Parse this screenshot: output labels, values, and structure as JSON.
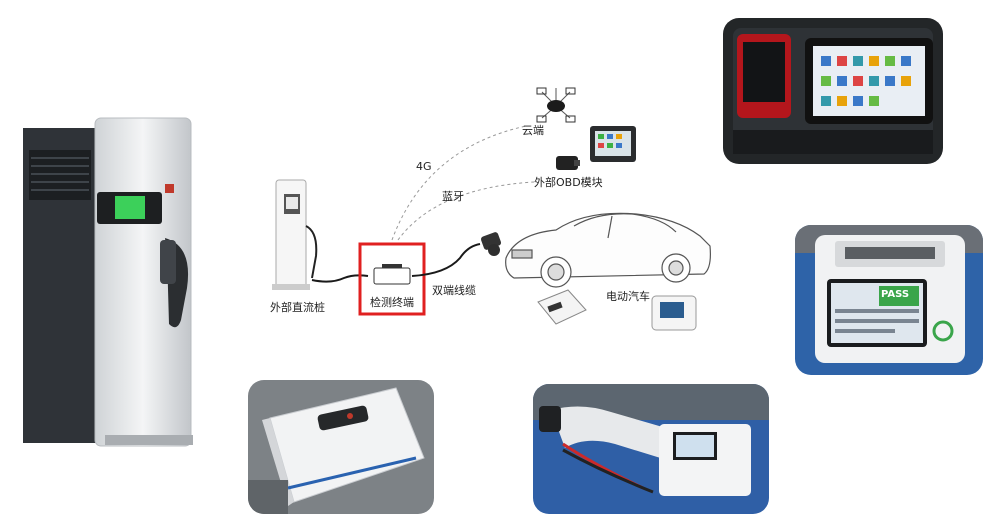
{
  "diagram": {
    "labels": {
      "cloud": "云端",
      "fourg": "4G",
      "obd": "外部OBD模块",
      "bluetooth": "蓝牙",
      "pile": "外部直流桩",
      "terminal": "检测终端",
      "cable": "双端线缆",
      "ev": "电动汽车"
    },
    "colors": {
      "highlight": "#e02020",
      "accent_green": "#3cb043"
    }
  },
  "photos": {
    "tester_screen_badge": "PASS"
  }
}
